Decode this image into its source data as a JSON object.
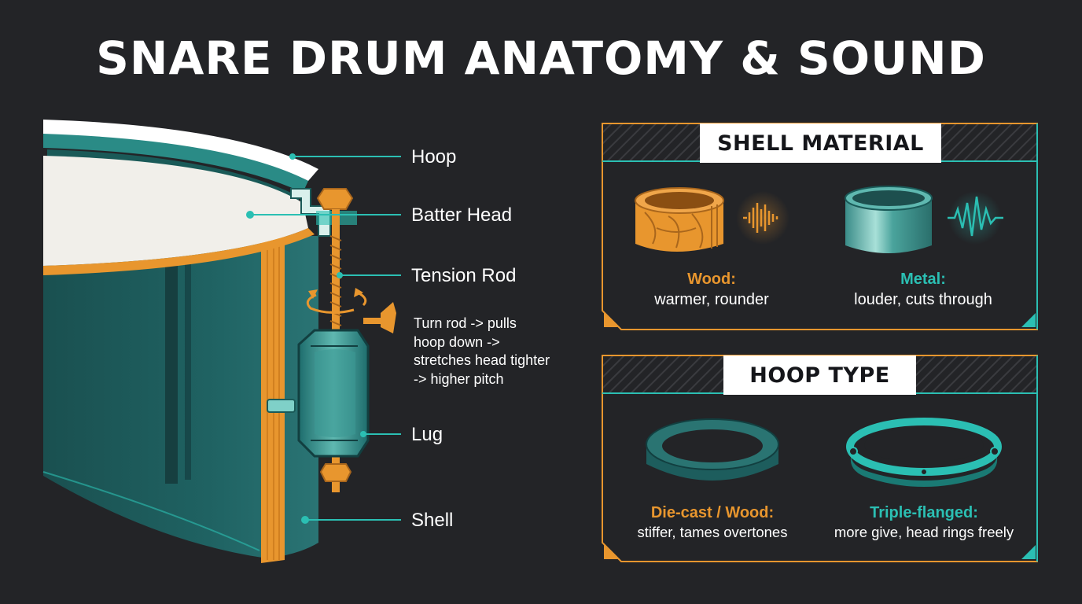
{
  "title": "SNARE DRUM ANATOMY & SOUND",
  "parts": {
    "hoop": "Hoop",
    "batter_head": "Batter Head",
    "tension_rod": "Tension Rod",
    "lug": "Lug",
    "shell": "Shell"
  },
  "tension_note": [
    "Turn rod -> pulls",
    "hoop down ->",
    "stretches head tighter",
    "-> higher pitch"
  ],
  "shell_material": {
    "heading": "SHELL MATERIAL",
    "wood": {
      "label": "Wood:",
      "desc": "warmer, rounder"
    },
    "metal": {
      "label": "Metal:",
      "desc": "louder, cuts through"
    }
  },
  "hoop_type": {
    "heading": "HOOP TYPE",
    "diecast": {
      "label": "Die-cast / Wood:",
      "desc": "stiffer, tames overtones"
    },
    "triple": {
      "label": "Triple-flanged:",
      "desc": "more give, head rings freely"
    }
  },
  "colors": {
    "background": "#232427",
    "orange": "#e8962e",
    "teal": "#2bbfb3",
    "shell_teal": "#1d5d5d"
  }
}
